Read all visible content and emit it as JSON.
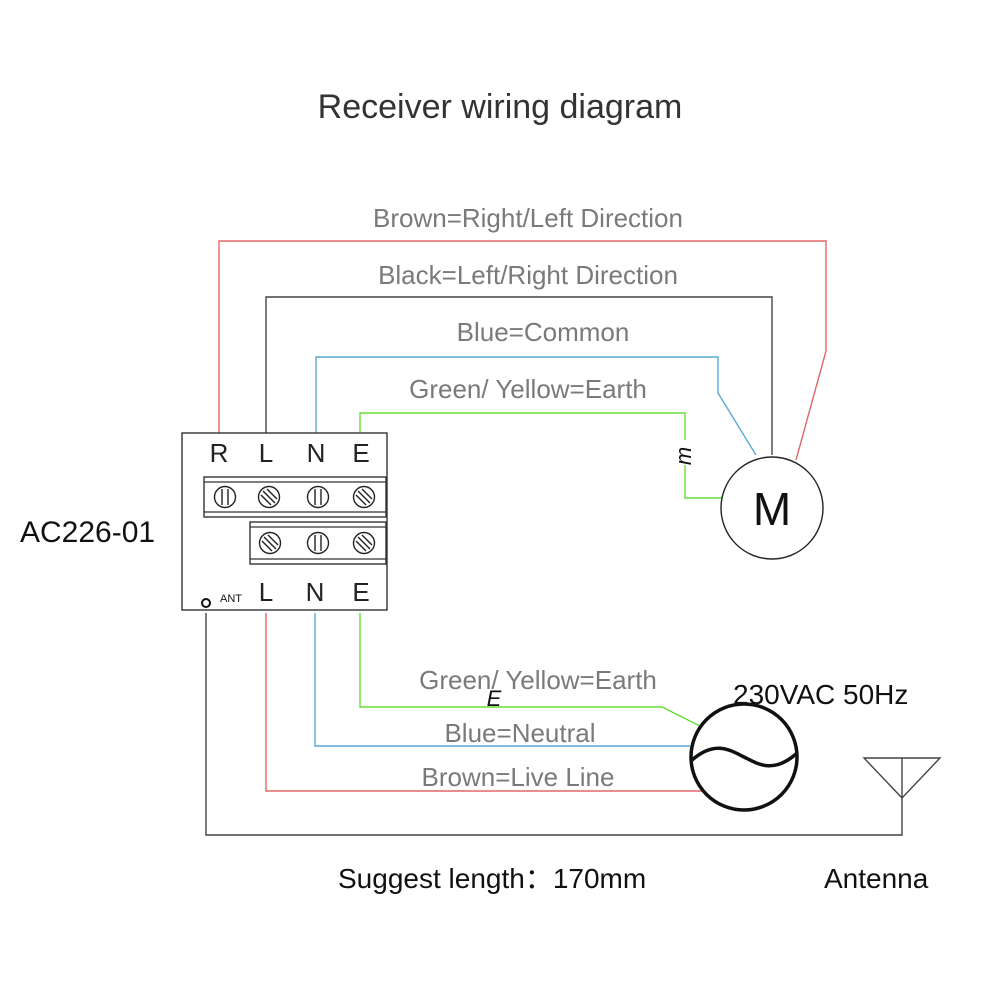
{
  "title": "Receiver wiring diagram",
  "model": "AC226-01",
  "colors": {
    "brown": "#e06666",
    "black": "#444444",
    "blue": "#5aa9d6",
    "green": "#66dd33",
    "text_gray": "#7a7a7a"
  },
  "terminals": {
    "top": [
      "R",
      "L",
      "N",
      "E"
    ],
    "bottom": [
      "L",
      "N",
      "E"
    ],
    "ant_label": "ANT"
  },
  "motor": {
    "letter": "M",
    "earth_symbol": "m"
  },
  "wires_top": {
    "brown": "Brown=Right/Left Direction",
    "black": "Black=Left/Right Direction",
    "blue": "Blue=Common",
    "green": "Green/ Yellow=Earth"
  },
  "wires_bottom": {
    "green": "Green/ Yellow=Earth",
    "blue": "Blue=Neutral",
    "brown": "Brown=Live Line",
    "earth_symbol": "E"
  },
  "power": {
    "label": "230VAC 50Hz"
  },
  "footer": {
    "length": "Suggest length：170mm",
    "antenna": "Antenna"
  },
  "icons": [
    "screw-terminal-icon",
    "motor-icon",
    "ac-source-icon",
    "antenna-icon",
    "earth-icon"
  ]
}
